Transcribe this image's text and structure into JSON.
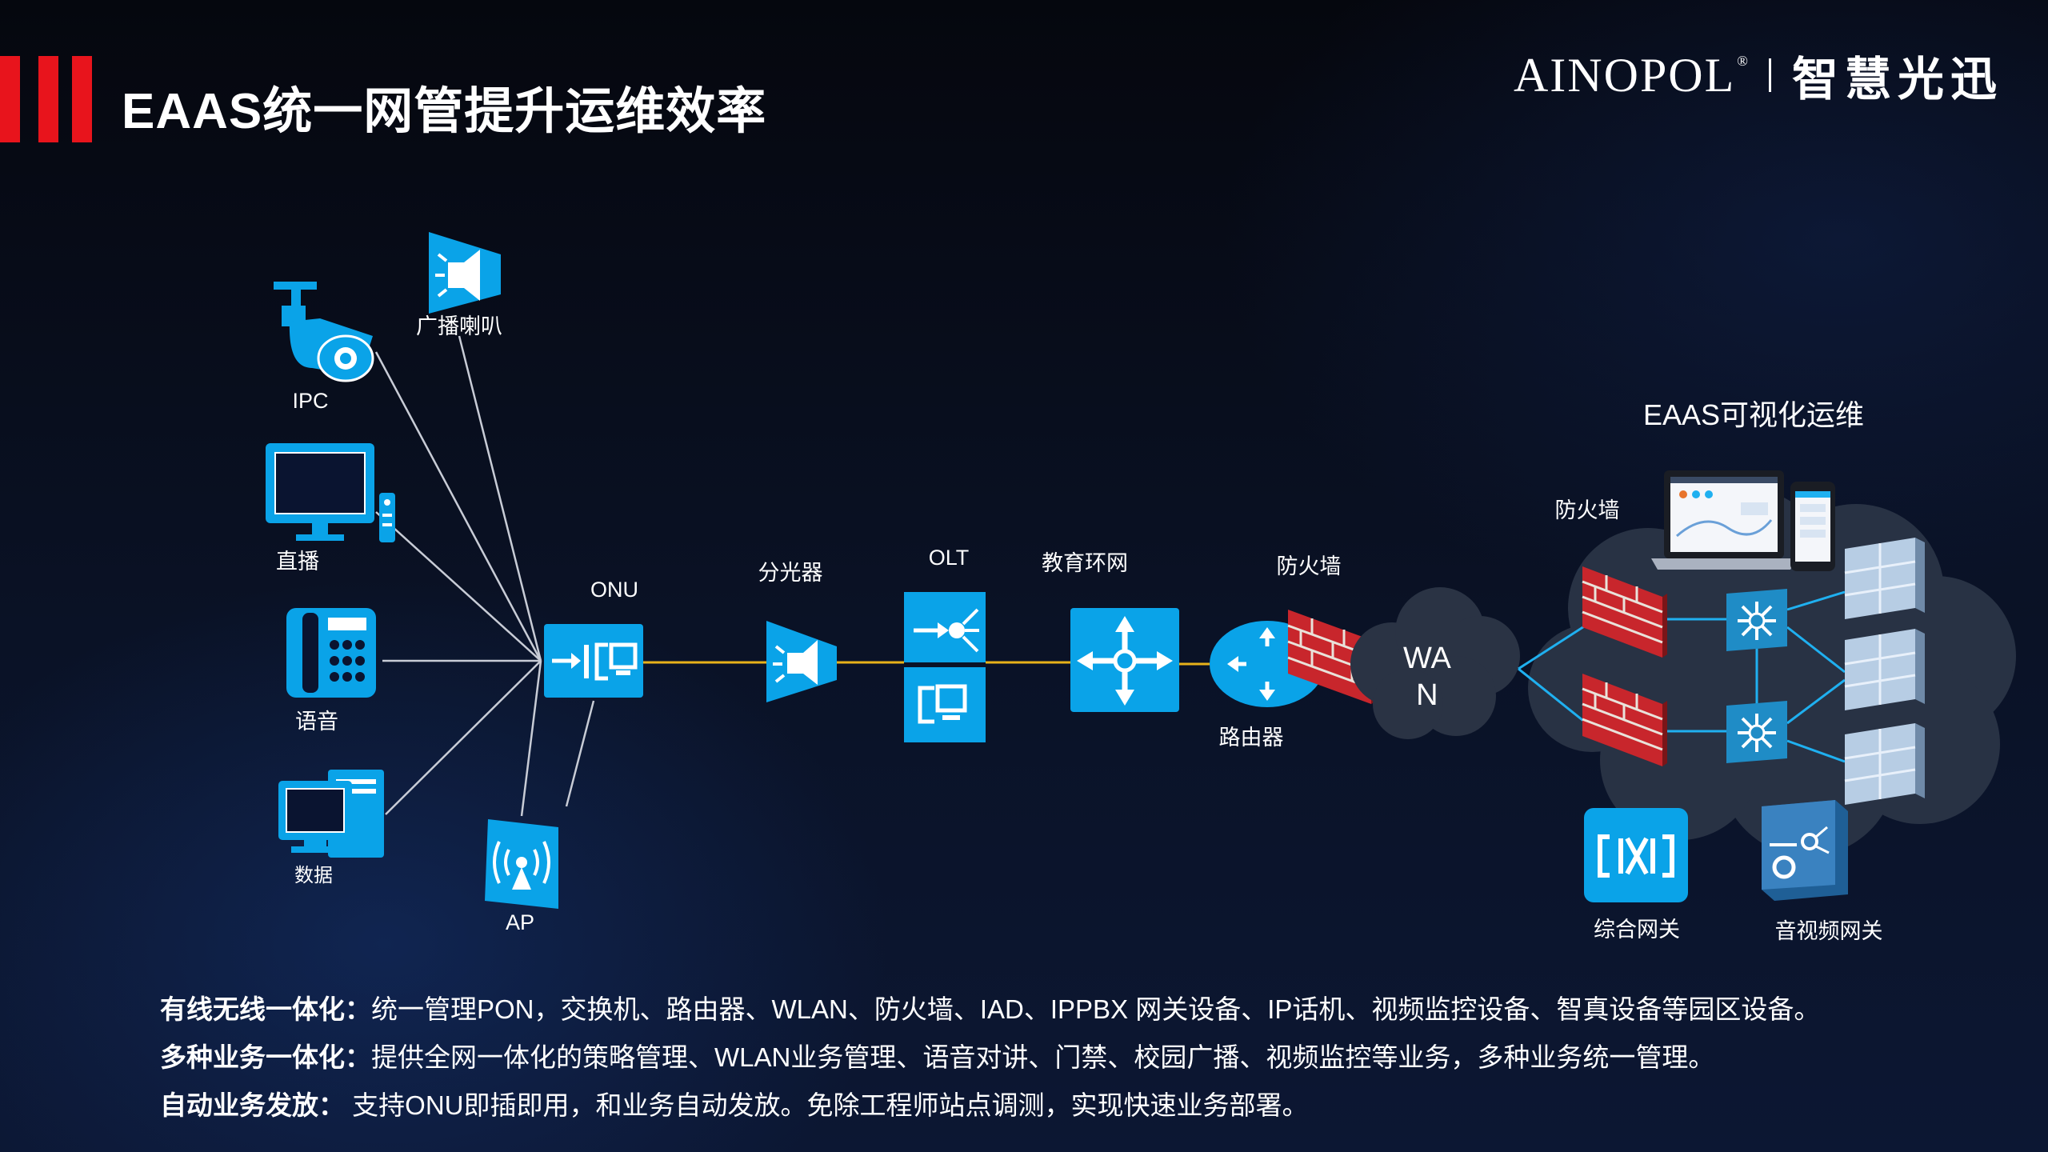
{
  "header": {
    "title": "EAAS统一网管提升运维效率",
    "logo_brand": "AINOPOL",
    "logo_registered": "®",
    "logo_slogan": "智慧光迅",
    "accent_color": "#e8141c"
  },
  "diagram": {
    "endpoints": {
      "speaker": "广播喇叭",
      "ipc": "IPC",
      "live": "直播",
      "voice": "语音",
      "data": "数据",
      "ap": "AP"
    },
    "chain": {
      "onu": "ONU",
      "splitter": "分光器",
      "olt": "OLT",
      "edu_ring": "教育环网",
      "firewall": "防火墙",
      "router": "路由器",
      "wan": "WA\nN"
    },
    "cloud": {
      "title": "EAAS可视化运维",
      "firewall": "防火墙",
      "gateway": "综合网关",
      "av_gateway": "音视频网关"
    },
    "colors": {
      "device_blue": "#0aa3e8",
      "link_yellow": "#e8b21a",
      "link_white": "#c8ccd6",
      "cloud_link": "#1fb0f0",
      "brick_red": "#c8262c"
    }
  },
  "footer": {
    "lines": [
      {
        "label": "有线无线一体化：",
        "text": "统一管理PON，交换机、路由器、WLAN、防火墙、IAD、IPPBX 网关设备、IP话机、视频监控设备、智真设备等园区设备。"
      },
      {
        "label": "多种业务一体化：",
        "text": "提供全网一体化的策略管理、WLAN业务管理、语音对讲、门禁、校园广播、视频监控等业务，多种业务统一管理。"
      },
      {
        "label": "自动业务发放：",
        "text": " 支持ONU即插即用，和业务自动发放。免除工程师站点调测，实现快速业务部署。"
      }
    ]
  }
}
